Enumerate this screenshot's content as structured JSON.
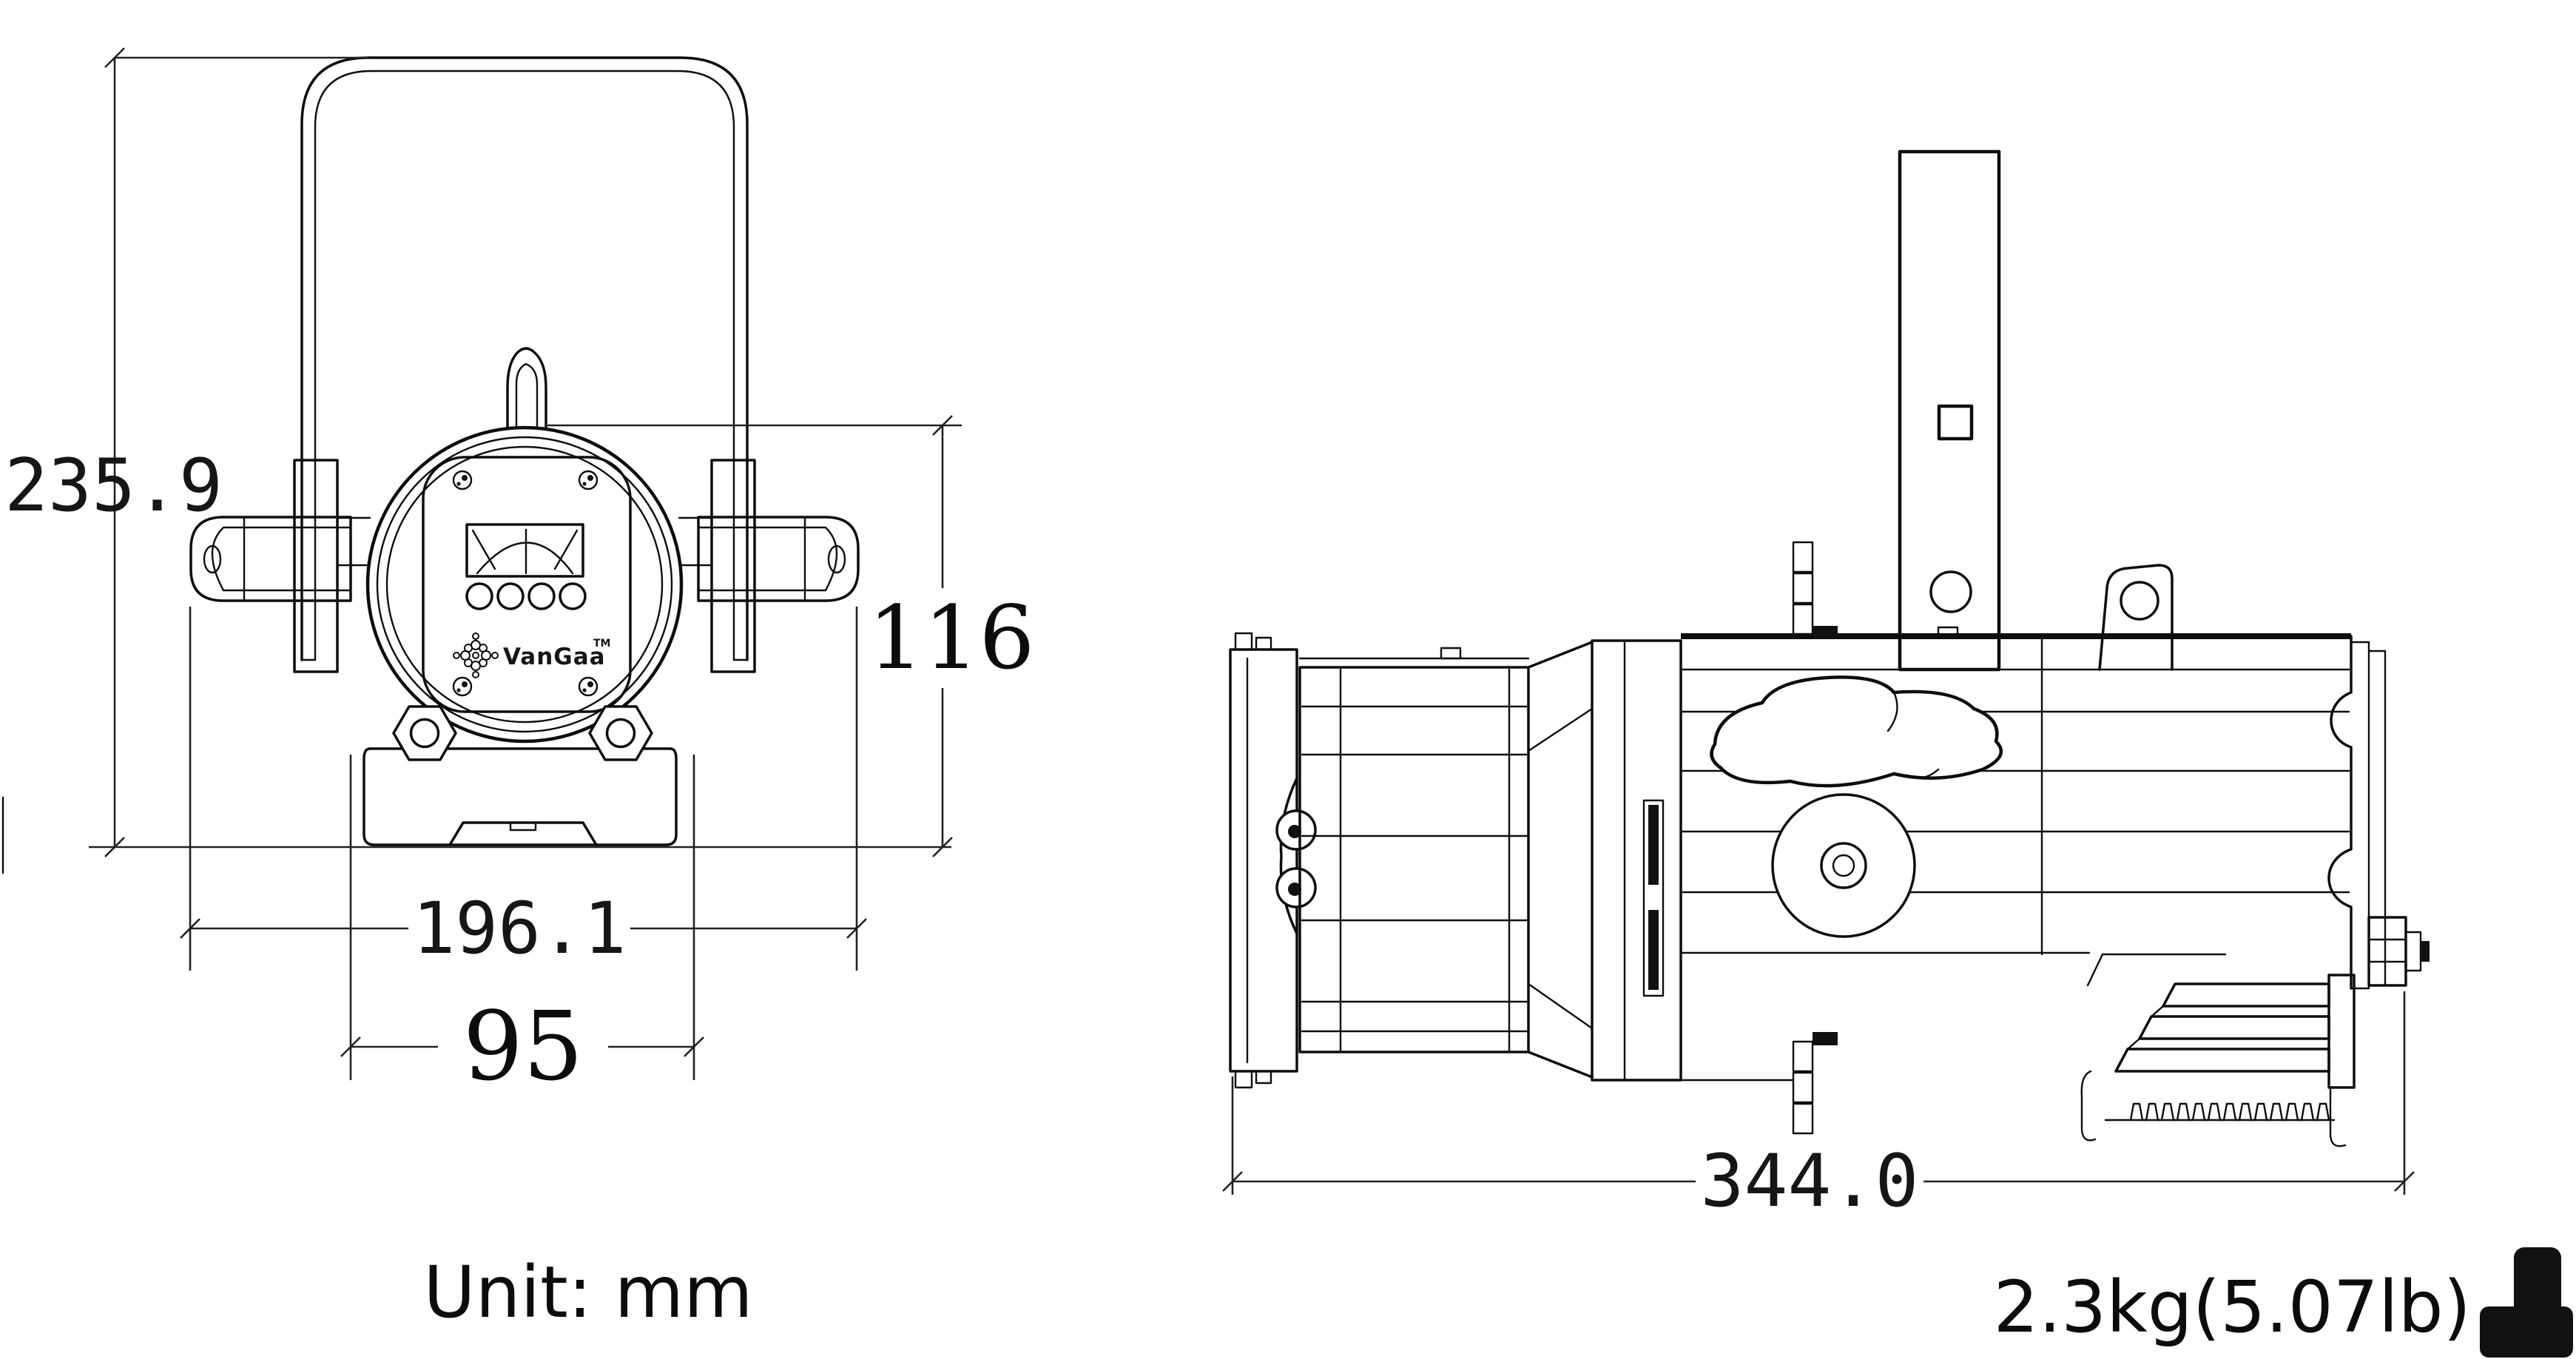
{
  "front": {
    "dim_total_height": "235.9",
    "dim_body_height": "116",
    "dim_total_width": "196.1",
    "dim_inner_width": "95",
    "logo_text": "VanGaa",
    "logo_tm": "TM"
  },
  "side": {
    "dim_length": "344.0"
  },
  "footer": {
    "unit_label": "Unit: mm",
    "weight_label": "2.3kg(5.07lb)"
  },
  "colors": {
    "line": "#0d0d0d",
    "background": "#ffffff"
  }
}
